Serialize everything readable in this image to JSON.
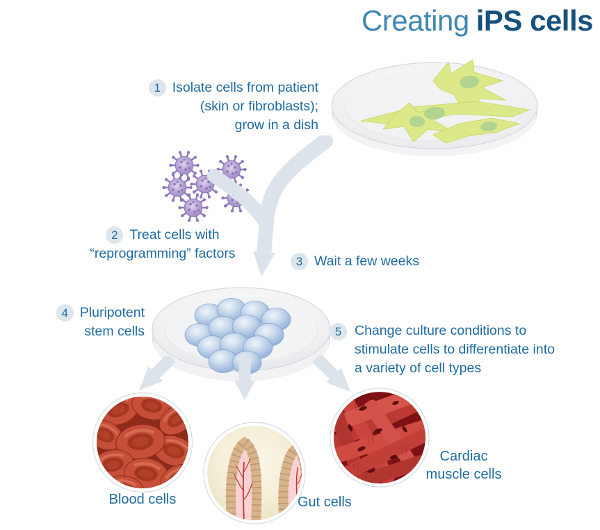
{
  "title": {
    "light": "Creating",
    "bold": "iPS cells"
  },
  "steps": [
    {
      "num": "1",
      "lines": [
        "Isolate cells from patient",
        "(skin or fibroblasts);",
        "grow in a dish"
      ]
    },
    {
      "num": "2",
      "lines": [
        "Treat cells with",
        "“reprogramming” factors"
      ]
    },
    {
      "num": "3",
      "lines": [
        "Wait a few weeks"
      ]
    },
    {
      "num": "4",
      "lines": [
        "Pluripotent",
        "stem cells"
      ]
    },
    {
      "num": "5",
      "lines": [
        "Change culture conditions to",
        "stimulate cells to differentiate into",
        "a variety of cell types"
      ]
    }
  ],
  "outcomes": [
    {
      "label": "Blood cells"
    },
    {
      "label": "Gut cells"
    },
    {
      "label_line1": "Cardiac",
      "label_line2": "muscle cells"
    }
  ],
  "icons": {
    "dish1": "petri-dish-with-fibroblasts",
    "viruses": "reprogramming-factor-virus-cluster",
    "merge_arrow": "y-merge-arrow",
    "dish2": "petri-dish-with-pluripotent-stem-cells",
    "branch_arrows": "three-differentiation-arrows",
    "blood": "blood-cells-micrograph",
    "gut": "gut-cells-micrograph",
    "cardiac": "cardiac-muscle-cells-micrograph"
  },
  "colors": {
    "text-blue": "#1e6ba1",
    "badge-bg": "#dde6ed",
    "title-light": "#3e87b2",
    "title-bold": "#15517e",
    "arrow-gray": "#dce3ea",
    "label-blue": "#1e6ba1",
    "virus-purple": "#a28cc8",
    "virus-spike": "#8d76ba",
    "stem-cell-blue": "#a9c2e2",
    "fibroblast-green": "#dde989",
    "fibroblast-nucleus": "#aad18f",
    "dish-gray": "#e8e9eb",
    "blood-red": "#c54f38",
    "gut-tan": "#d7b48c",
    "gut-pink": "#f8d2d4",
    "cardiac-red": "#c8443c"
  }
}
